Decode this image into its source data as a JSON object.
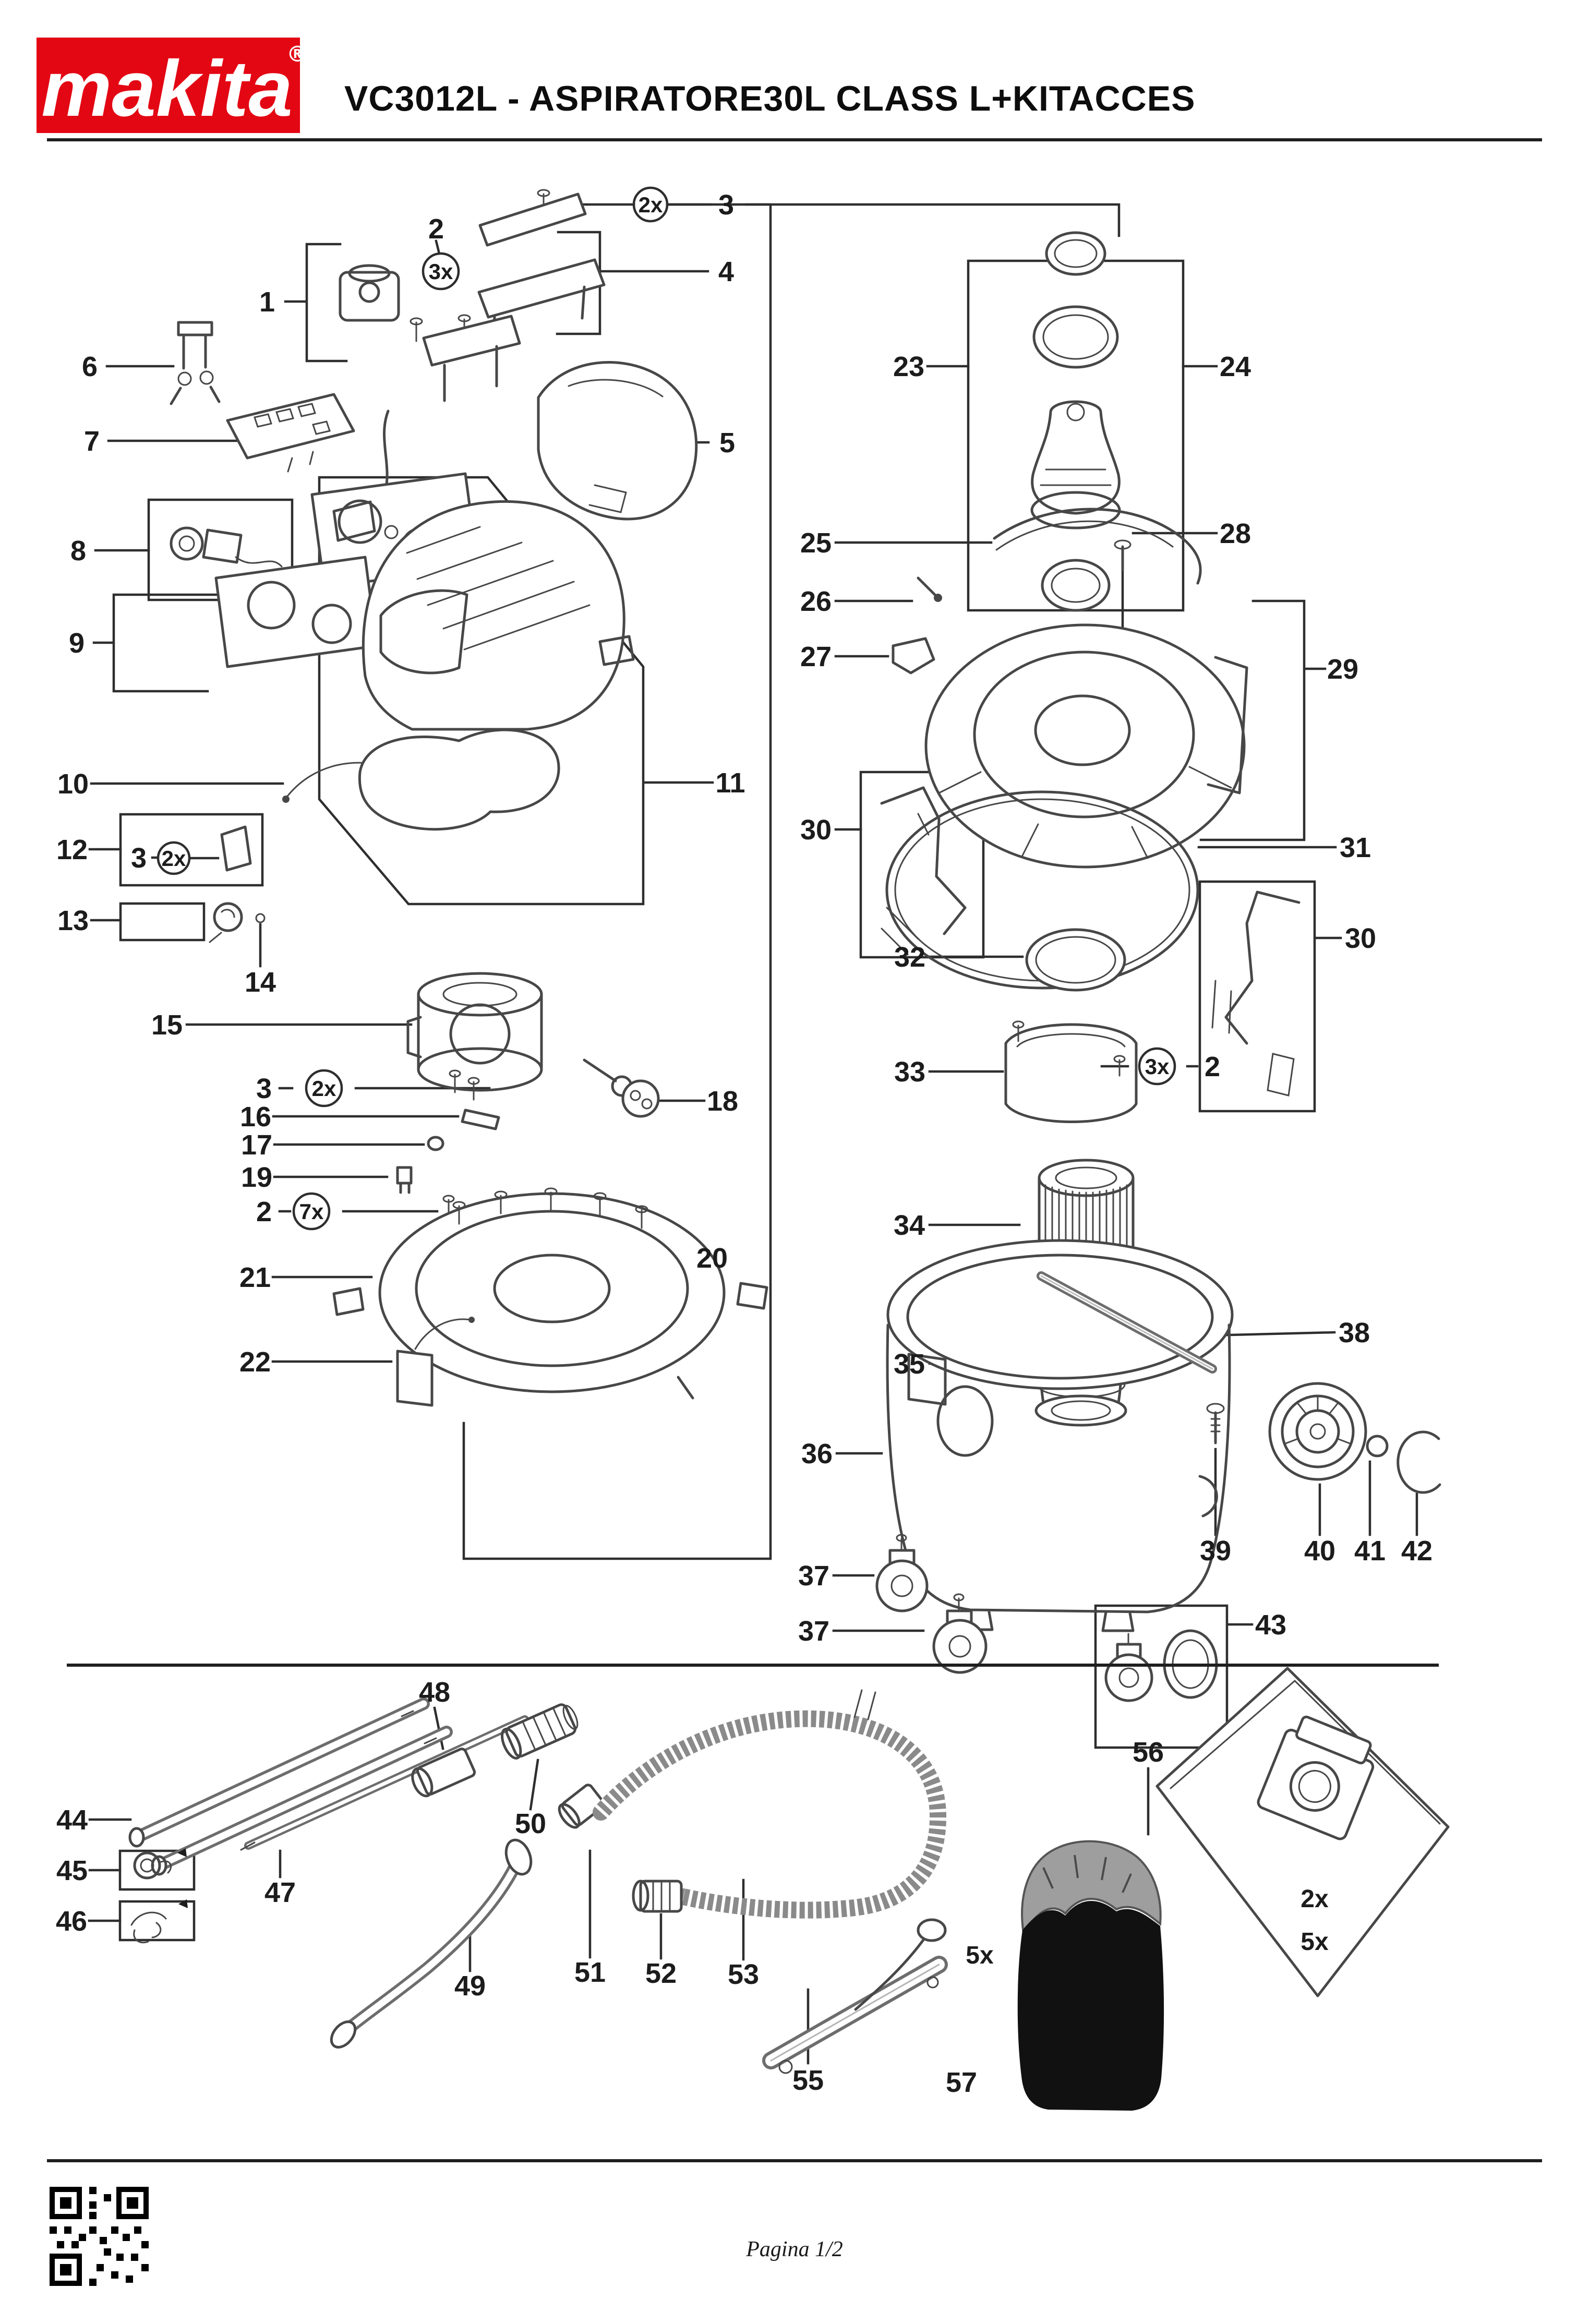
{
  "header": {
    "logo_text": "makita",
    "registered_mark": "®",
    "title": "VC3012L - ASPIRATORE30L CLASS L+KITACCES"
  },
  "colors": {
    "logo_red": "#e30613",
    "line_color": "#2e2e2e",
    "art_color": "#474747"
  },
  "callouts": [
    {
      "label": "1"
    },
    {
      "label": "2"
    },
    {
      "label": "3"
    },
    {
      "label": "4"
    },
    {
      "label": "5"
    },
    {
      "label": "6"
    },
    {
      "label": "7"
    },
    {
      "label": "8"
    },
    {
      "label": "9"
    },
    {
      "label": "10"
    },
    {
      "label": "11"
    },
    {
      "label": "12"
    },
    {
      "label": "3"
    },
    {
      "label": "13"
    },
    {
      "label": "14"
    },
    {
      "label": "15"
    },
    {
      "label": "3"
    },
    {
      "label": "16"
    },
    {
      "label": "17"
    },
    {
      "label": "19"
    },
    {
      "label": "2"
    },
    {
      "label": "18"
    },
    {
      "label": "20"
    },
    {
      "label": "21"
    },
    {
      "label": "22"
    },
    {
      "label": "23"
    },
    {
      "label": "24"
    },
    {
      "label": "25"
    },
    {
      "label": "26"
    },
    {
      "label": "27"
    },
    {
      "label": "28"
    },
    {
      "label": "29"
    },
    {
      "label": "30"
    },
    {
      "label": "31"
    },
    {
      "label": "30"
    },
    {
      "label": "32"
    },
    {
      "label": "33"
    },
    {
      "label": "2"
    },
    {
      "label": "34"
    },
    {
      "label": "35"
    },
    {
      "label": "36"
    },
    {
      "label": "37"
    },
    {
      "label": "37"
    },
    {
      "label": "38"
    },
    {
      "label": "39"
    },
    {
      "label": "40"
    },
    {
      "label": "41"
    },
    {
      "label": "42"
    },
    {
      "label": "43"
    },
    {
      "label": "44"
    },
    {
      "label": "45"
    },
    {
      "label": "46"
    },
    {
      "label": "47"
    },
    {
      "label": "48"
    },
    {
      "label": "49"
    },
    {
      "label": "50"
    },
    {
      "label": "51"
    },
    {
      "label": "52"
    },
    {
      "label": "53"
    },
    {
      "label": "55"
    },
    {
      "label": "56"
    },
    {
      "label": "57"
    }
  ],
  "qty_badges": [
    {
      "label": "2x"
    },
    {
      "label": "3x"
    },
    {
      "label": "2x"
    },
    {
      "label": "2x"
    },
    {
      "label": "7x"
    },
    {
      "label": "3x"
    }
  ],
  "qty_notes": [
    {
      "label": "2x"
    },
    {
      "label": "5x"
    },
    {
      "label": "5x"
    }
  ],
  "footer": {
    "page_label": "Pagina 1/2"
  }
}
